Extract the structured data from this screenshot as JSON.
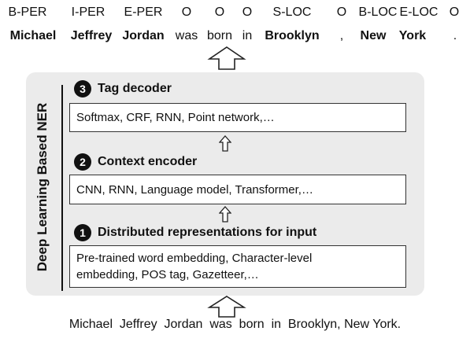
{
  "tags": [
    "B-PER",
    "I-PER",
    "E-PER",
    "O",
    "O",
    "O",
    "S-LOC",
    "O",
    "B-LOC",
    "E-LOC",
    "O"
  ],
  "words": [
    "Michael",
    "Jeffrey",
    "Jordan",
    "was",
    "born",
    "in",
    "Brooklyn",
    ",",
    "New",
    "York",
    "."
  ],
  "side_label": "Deep Learning Based NER",
  "stages": [
    {
      "number": "3",
      "title": "Tag decoder",
      "content": "Softmax, CRF, RNN, Point network,…"
    },
    {
      "number": "2",
      "title": "Context encoder",
      "content": "CNN, RNN, Language model, Transformer,…"
    },
    {
      "number": "1",
      "title": "Distributed representations for input",
      "content_line1": "Pre-trained word embedding, Character-level",
      "content_line2": "embedding, POS tag, Gazetteer,…"
    }
  ],
  "input_sentence": "Michael  Jeffrey  Jordan  was  born  in  Brooklyn, New York.",
  "colors": {
    "panel": "#ebebeb",
    "border": "#333333",
    "text": "#111111"
  }
}
